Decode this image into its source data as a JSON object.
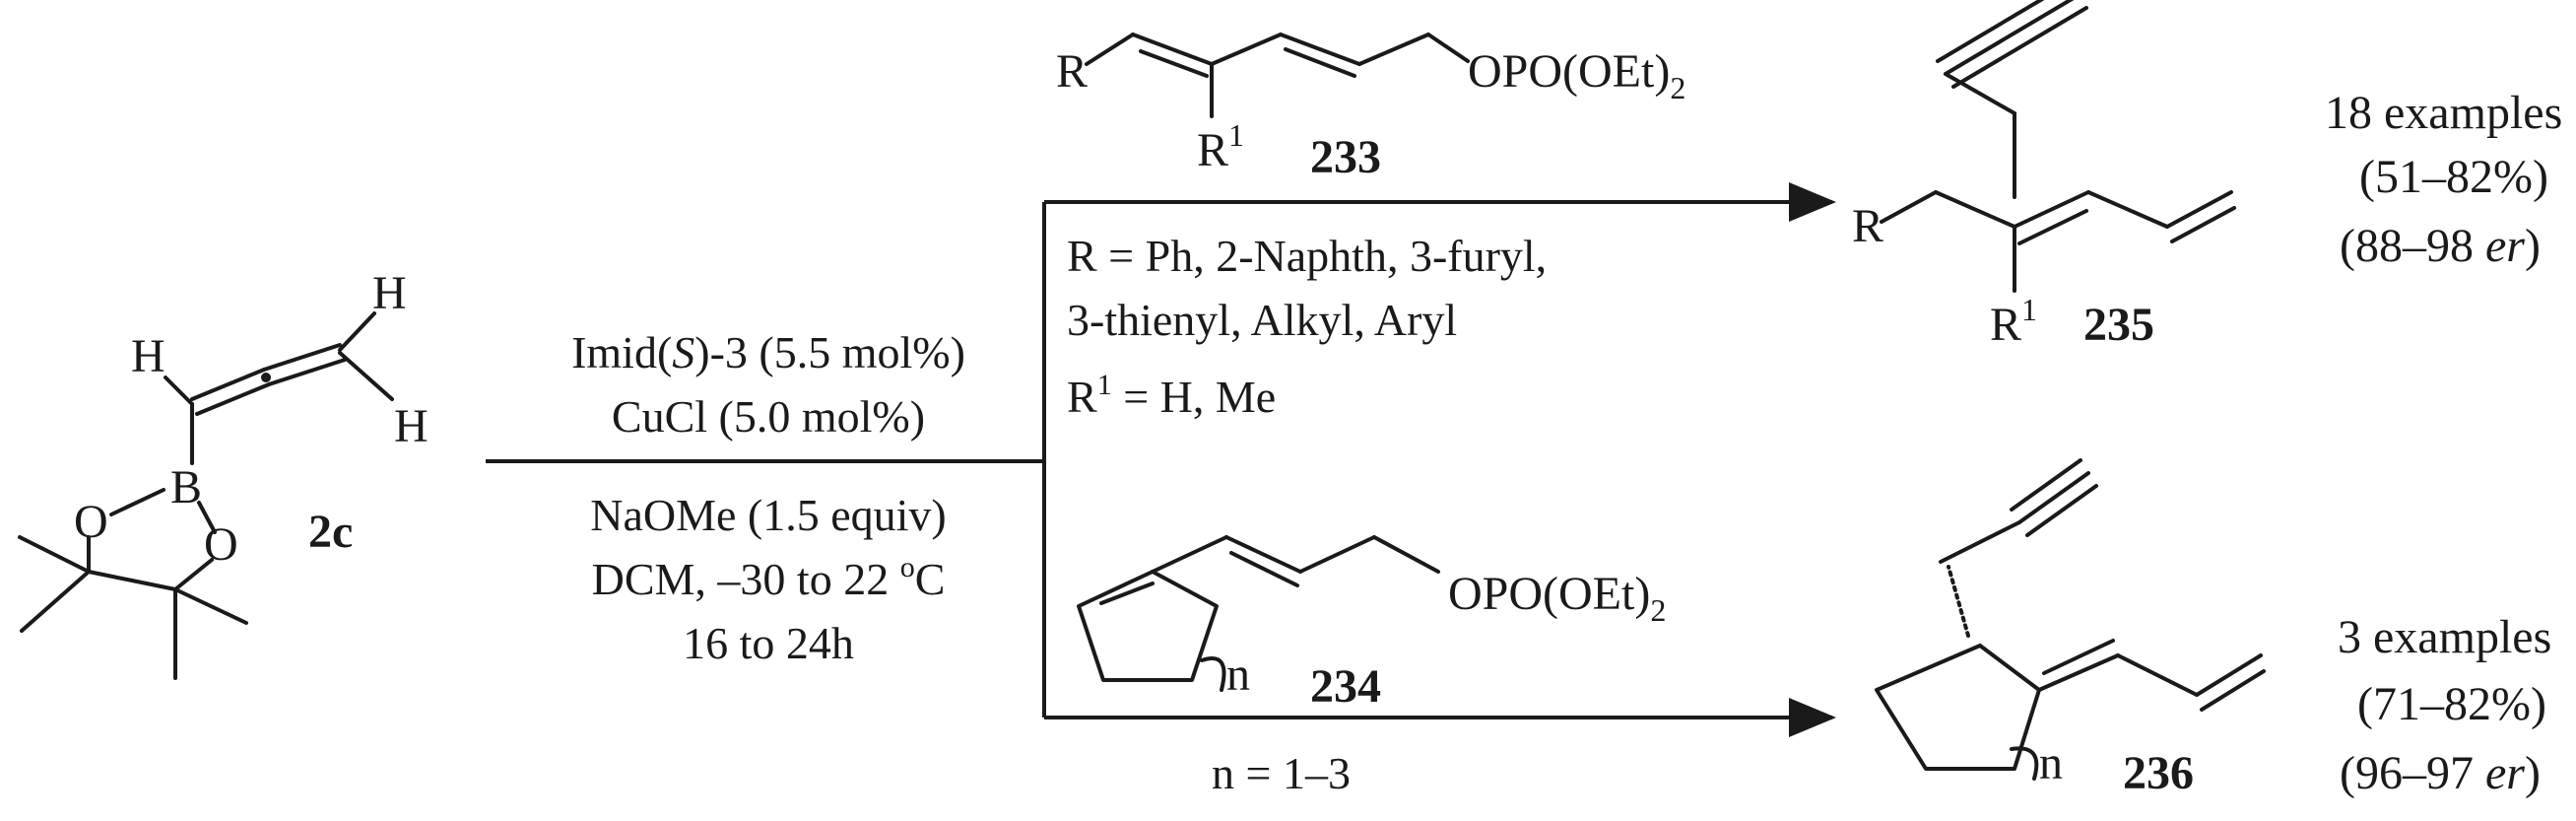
{
  "compounds": {
    "allenyl_boronate": {
      "number": "2c",
      "atom_labels": [
        "H",
        "H",
        "H",
        "B",
        "O",
        "O"
      ]
    },
    "diene_phosphate": {
      "number": "233",
      "label_r": "R",
      "label_r1": "R",
      "r1_sup": "1",
      "leaving_group": "OPO(OEt)",
      "lg_sub": "2"
    },
    "cyclic_diene_phosphate": {
      "number": "234",
      "ring_size_var": "n",
      "leaving_group": "OPO(OEt)",
      "lg_sub": "2"
    },
    "product_acyclic": {
      "number": "235",
      "label_r": "R",
      "label_r1": "R",
      "r1_sup": "1"
    },
    "product_cyclic": {
      "number": "236",
      "ring_size_var": "n"
    }
  },
  "conditions": {
    "catalyst_pre": "Imid(",
    "catalyst_s": "S",
    "catalyst_post": ")-3 (5.5 mol%)",
    "copper": "CuCl (5.0 mol%)",
    "base": "NaOMe (1.5 equiv)",
    "solvent_temp_pre": "DCM, –30 to 22 ",
    "solvent_temp_sup": "o",
    "solvent_temp_post": "C",
    "time": "16 to 24h"
  },
  "scope_top": {
    "r_groups_line1": "R = Ph, 2-Naphth, 3-furyl,",
    "r_groups_line2": "3-thienyl, Alkyl, Aryl",
    "r1_pre": "R",
    "r1_sup": "1",
    "r1_post": " = H, Me"
  },
  "scope_bottom": {
    "n_range": "n = 1–3"
  },
  "results": {
    "top": {
      "examples": "18 examples",
      "yield": "(51–82%)",
      "er_pre": "(88–98 ",
      "er_unit": "er",
      "er_post": ")"
    },
    "bottom": {
      "examples": "3 examples",
      "yield": "(71–82%)",
      "er_pre": "(96–97 ",
      "er_unit": "er",
      "er_post": ")"
    }
  }
}
